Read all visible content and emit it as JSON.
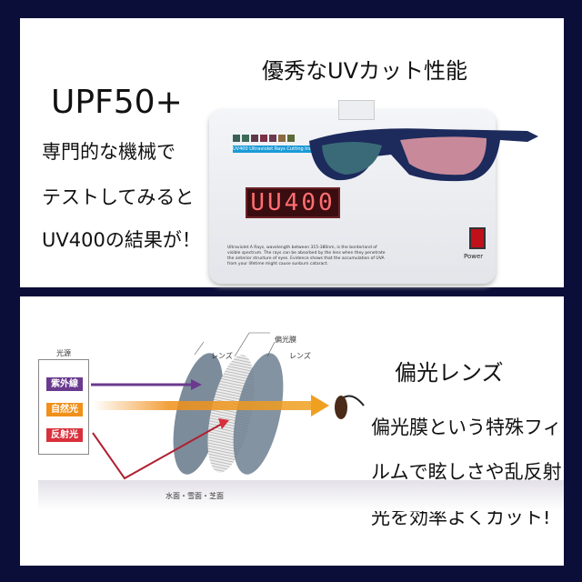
{
  "top": {
    "heading": "優秀なUVカット性能",
    "upf": "UPF50+",
    "lines": [
      "専門的な機械で",
      "テストしてみると",
      "UV400の結果が！"
    ],
    "device": {
      "display": "UU400",
      "strip_text": "UV400 Ultraviolet Rays Cutting Indicator",
      "description": "Ultraviolet A Rays, wavelength between 315-380nm, is the borderland of visible spectrum. The rays can be absorbed by the lens when they penetrate the anterior structure of eyes. Evidence shows that the accumulation of UVA from your lifetime might cause sunburn cataract.",
      "power_label": "Power"
    }
  },
  "bottom": {
    "heading": "偏光レンズ",
    "lines": [
      "偏光膜という特殊フィ",
      "ルムで眩しさや乱反射",
      "光を効率よくカット!"
    ],
    "diagram": {
      "source_label": "光源",
      "uv": "紫外線",
      "natural": "自然光",
      "reflected": "反射光",
      "lens1": "レンズ",
      "film": "偏光膜",
      "lens2": "レンズ",
      "ground": "水面・雪面・芝面"
    }
  },
  "colors": {
    "background": "#0b0e38",
    "uv": "#6a3a8e",
    "natural": "#f0901a",
    "reflected": "#d8303c"
  }
}
